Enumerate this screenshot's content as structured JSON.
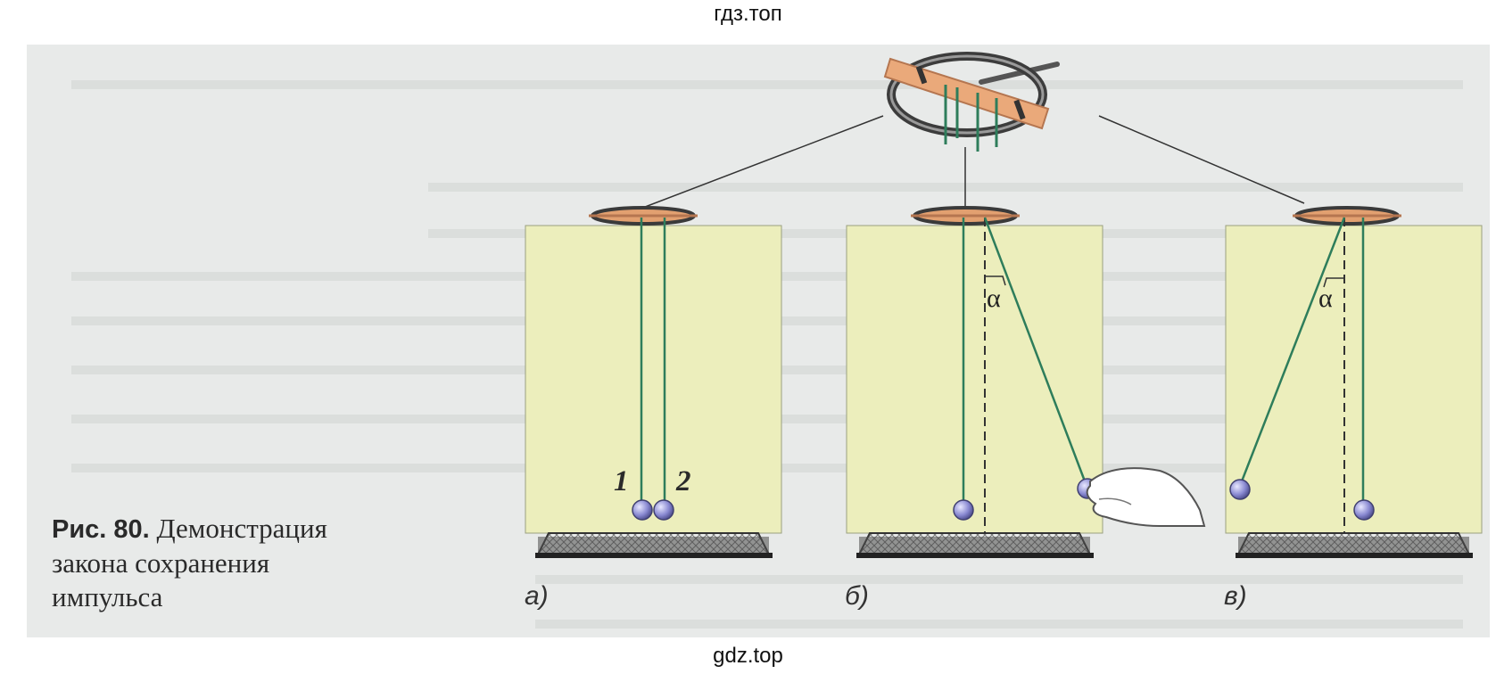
{
  "watermark_top": "гдз.топ",
  "watermark_bottom": "gdz.top",
  "caption": {
    "label": "Рис. 80.",
    "line1": "Демонстрация",
    "line2": "закона сохранения",
    "line3": "импульса"
  },
  "panels": [
    {
      "label": "а)",
      "ball_labels": [
        "1",
        "2"
      ]
    },
    {
      "label": "б)",
      "angle_label": "α"
    },
    {
      "label": "в)",
      "angle_label": "α"
    }
  ],
  "colors": {
    "panel_fill": "#eceebc",
    "thread": "#2e7d5b",
    "ball": "#8080c8",
    "stand": "#3e3e3e",
    "background_scan": "#e9ebea"
  }
}
